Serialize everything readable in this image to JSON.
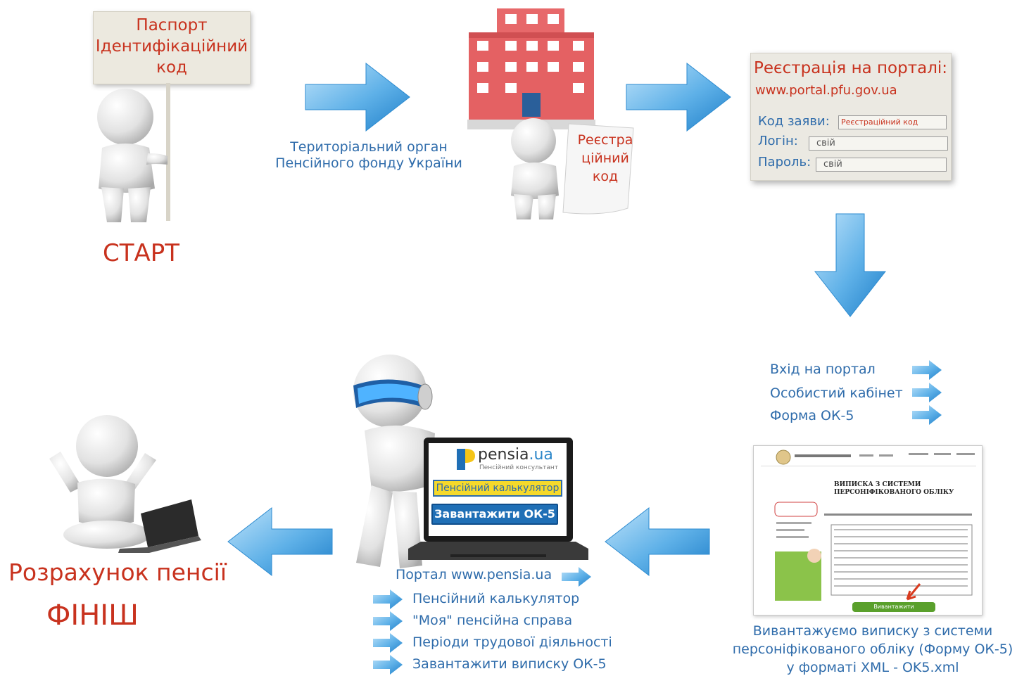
{
  "start": {
    "sign_lines": [
      "Паспорт",
      "Ідентифікаційний",
      "код"
    ],
    "label": "СТАРТ"
  },
  "office": {
    "caption_lines": [
      "Територіальний орган",
      "Пенсійного фонду України"
    ],
    "paper_lines": [
      "Реєстра",
      "ційний",
      "код"
    ]
  },
  "portal_card": {
    "title": "Реєстрація на порталі:",
    "url": "www.portal.pfu.gov.ua",
    "code_label": "Код заяви:",
    "code_value": "Реєстраційний код",
    "login_label": "Логін:",
    "login_value": "свій",
    "password_label": "Пароль:",
    "password_value": "свій"
  },
  "portal_steps": [
    "Вхід на портал",
    "Особистий кабінет",
    "Форма ОК-5"
  ],
  "download": {
    "caption_lines": [
      "Вивантажуємо виписку з системи",
      "персоніфікованого обліку (Форму ОК-5)",
      "у форматі XML  -  OK5.xml"
    ],
    "thumb_title_lines": [
      "ВИПИСКА З СИСТЕМИ",
      "ПЕРСОНІФІКОВАНОГО ОБЛІКУ"
    ],
    "thumb_button": "Вивантажити"
  },
  "pensia": {
    "logo_main": "pensia",
    "logo_ua": ".ua",
    "logo_sub": "Пенсійний консультант",
    "btn_calc": "Пенсійний калькулятор",
    "btn_download": "Завантажити ОК-5",
    "portal_label": "Портал www.pensia.ua",
    "items": [
      "Пенсійний калькулятор",
      "\"Моя\" пенсійна справа",
      "Періоди трудової діяльності",
      "Завантажити виписку ОК-5"
    ]
  },
  "finish": {
    "line1": "Розрахунок пенсії",
    "line2": "ФІНІШ"
  },
  "colors": {
    "accent_red": "#c8321e",
    "accent_blue": "#2f6cab",
    "arrow_blue": "#3d9bd9"
  }
}
